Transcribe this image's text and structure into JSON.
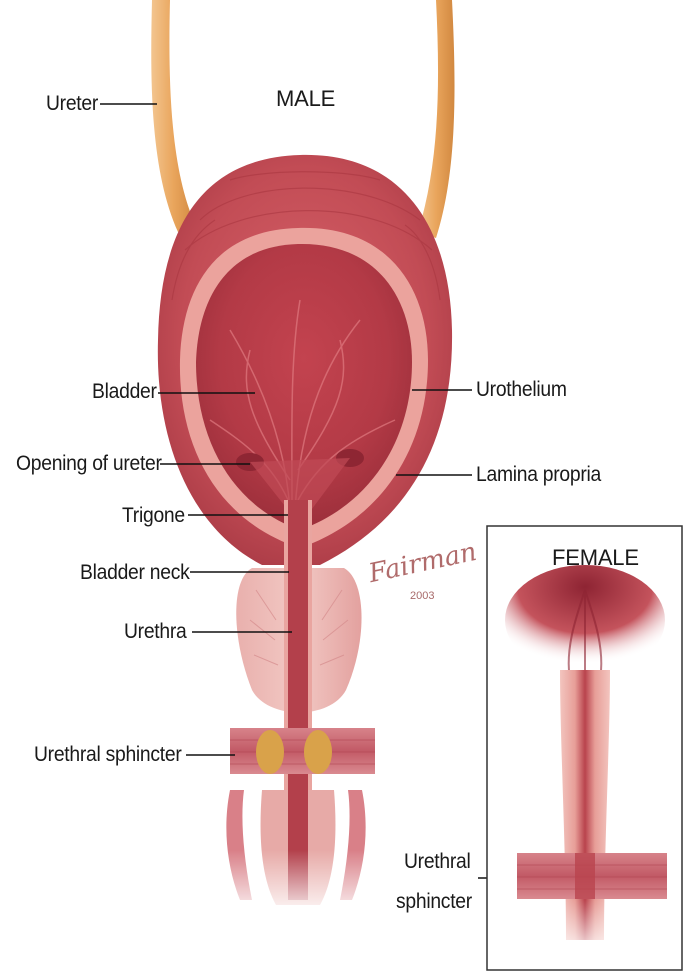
{
  "male_title": "MALE",
  "female_title": "FEMALE",
  "labels": {
    "ureter": "Ureter",
    "bladder": "Bladder",
    "opening_of_ureter": "Opening of ureter",
    "trigone": "Trigone",
    "bladder_neck": "Bladder neck",
    "urethra": "Urethra",
    "urethral_sphincter_male": "Urethral sphincter",
    "urothelium": "Urothelium",
    "lamina_propria": "Lamina propria",
    "urethral_sphincter_female_line1": "Urethral",
    "urethral_sphincter_female_line2": "sphincter"
  },
  "signature": {
    "name": "Fairman",
    "year": "2003"
  },
  "colors": {
    "muscle": "#c9545a",
    "muscle_dark": "#9e2f3a",
    "lining": "#e89a94",
    "lumen": "#a8323f",
    "ureter": "#e6a25a",
    "sphincter_knot": "#d9a24a",
    "box_border": "#333333"
  }
}
